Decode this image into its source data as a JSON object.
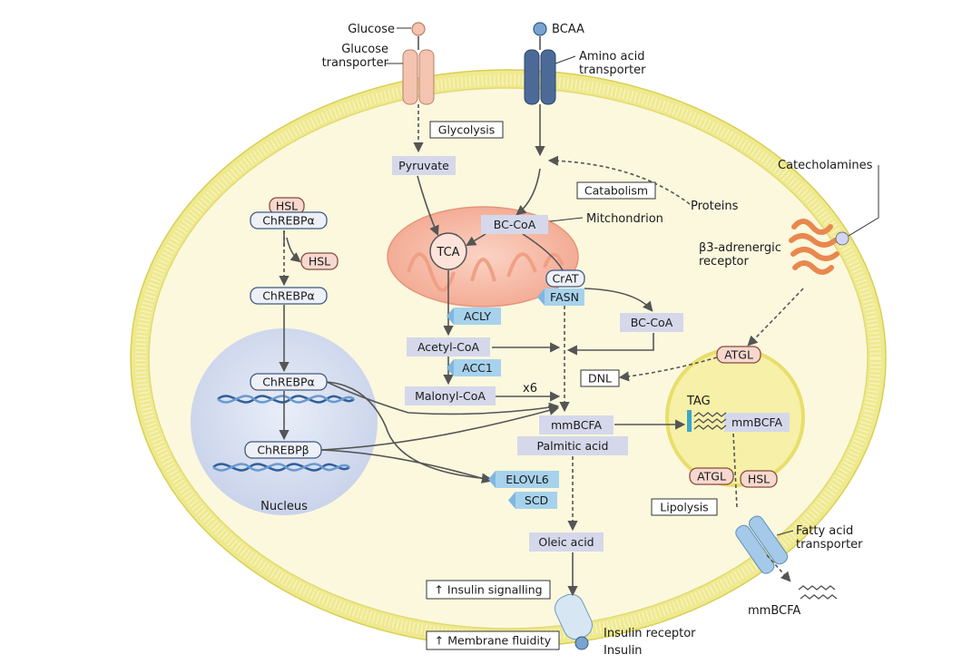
{
  "colors": {
    "cell_fill": "#fbf7d9",
    "membrane": "#e9e27a",
    "metabolite_box": "#d5d8ea",
    "enzyme_box": "#a7d2ec",
    "enzyme_tab": "#7fb7e0",
    "mitochondrion": "#f6b9a5",
    "nucleus": "#d6deef",
    "lipid_droplet": "#f6f0a8",
    "glucose_transporter": "#f4c4b0",
    "amino_acid_transporter": "#4b6a98",
    "fatty_acid_transporter": "#a5c9e8",
    "adrenergic_receptor": "#e8884e",
    "arrow": "#555555"
  },
  "labels": {
    "glucose": "Glucose",
    "glucose_transporter": "Glucose\ntransporter",
    "bcaa": "BCAA",
    "amino_acid_transporter": "Amino acid\ntransporter",
    "glycolysis": "Glycolysis",
    "catabolism": "Catabolism",
    "proteins": "Proteins",
    "pyruvate": "Pyruvate",
    "mitochondrion": "Mitchondrion",
    "tca": "TCA",
    "bc_coa_mito": "BC-CoA",
    "crat": "CrAT",
    "fasn": "FASN",
    "bc_coa": "BC-CoA",
    "acly": "ACLY",
    "acetyl_coa": "Acetyl-CoA",
    "acc1": "ACC1",
    "malonyl_coa": "Malonyl-CoA",
    "x6": "x6",
    "dnl": "DNL",
    "mmbcfa": "mmBCFA",
    "palmitic_acid": "Palmitic acid",
    "elovl6": "ELOVL6",
    "scd": "SCD",
    "oleic_acid": "Oleic acid",
    "insulin_signalling": "↑ Insulin signalling",
    "membrane_fluidity": "↑ Membrane fluidity",
    "insulin_receptor": "Insulin receptor",
    "insulin": "Insulin",
    "hsl_top": "HSL",
    "chrebpa_top": "ChREBPα",
    "hsl_side": "HSL",
    "chrebpa_mid": "ChREBPα",
    "chrebpa_nucleus": "ChREBPα",
    "chrebpb": "ChREBPβ",
    "nucleus": "Nucleus",
    "catecholamines": "Catecholamines",
    "b3_receptor": "β3-adrenergic\nreceptor",
    "atgl_top": "ATGL",
    "tag": "TAG",
    "mmbcfa_droplet": "mmBCFA",
    "atgl_bottom": "ATGL",
    "hsl_bottom": "HSL",
    "lipolysis": "Lipolysis",
    "fatty_acid_transporter": "Fatty acid\ntransporter",
    "mmbcfa_out": "mmBCFA"
  }
}
